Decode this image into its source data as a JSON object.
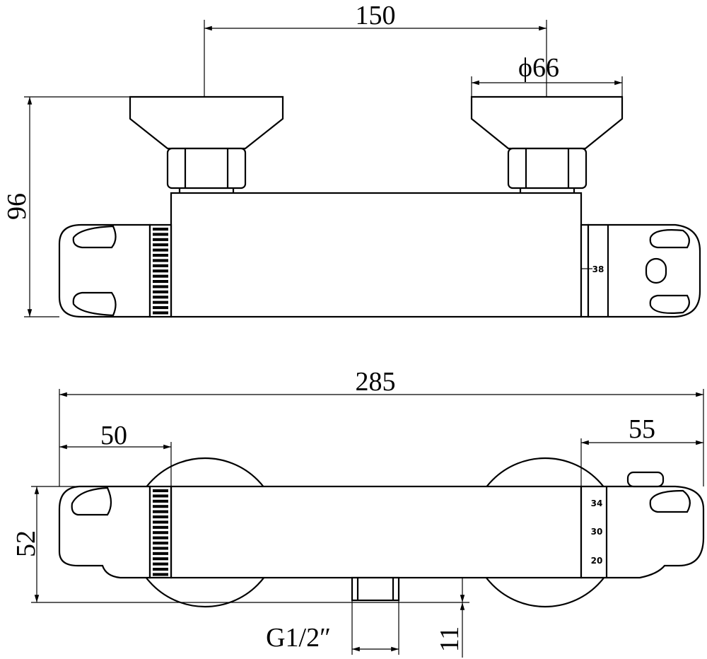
{
  "dimensions": {
    "inlet_spacing": "150",
    "wall_plate_diameter": "ϕ66",
    "front_height": "96",
    "overall_length": "285",
    "left_handle_length": "50",
    "right_handle_length": "55",
    "body_depth": "52",
    "outlet_thread": "G1/2″",
    "outlet_offset": "11"
  },
  "temperature_scale": {
    "front_mark": "38",
    "top_marks": [
      "34",
      "30",
      "20"
    ]
  },
  "colors": {
    "line": "#000000",
    "background": "#ffffff"
  }
}
